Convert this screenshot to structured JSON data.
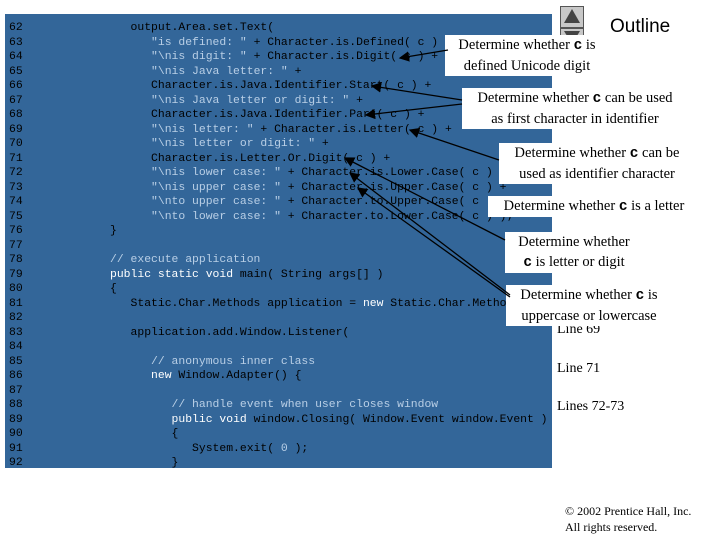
{
  "outline": {
    "title": "Outline"
  },
  "code_lines": [
    {
      "num": "62",
      "segments": [
        {
          "t": "         output.Area.set.Text(",
          "c": ""
        }
      ]
    },
    {
      "num": "63",
      "segments": [
        {
          "t": "            ",
          "c": ""
        },
        {
          "t": "\"is defined: \"",
          "c": "str"
        },
        {
          "t": " + Character.is.Defined( c ) +",
          "c": ""
        }
      ]
    },
    {
      "num": "64",
      "segments": [
        {
          "t": "            ",
          "c": ""
        },
        {
          "t": "\"\\nis digit: \"",
          "c": "str"
        },
        {
          "t": " + Character.is.Digit( c ) +",
          "c": ""
        }
      ]
    },
    {
      "num": "65",
      "segments": [
        {
          "t": "            ",
          "c": ""
        },
        {
          "t": "\"\\nis Java letter: \"",
          "c": "str"
        },
        {
          "t": " +",
          "c": ""
        }
      ]
    },
    {
      "num": "66",
      "segments": [
        {
          "t": "            Character.is.Java.Identifier.Start( c ) +",
          "c": ""
        }
      ]
    },
    {
      "num": "67",
      "segments": [
        {
          "t": "            ",
          "c": ""
        },
        {
          "t": "\"\\nis Java letter or digit: \"",
          "c": "str"
        },
        {
          "t": " +",
          "c": ""
        }
      ]
    },
    {
      "num": "68",
      "segments": [
        {
          "t": "            Character.is.Java.Identifier.Part( c ) +",
          "c": ""
        }
      ]
    },
    {
      "num": "69",
      "segments": [
        {
          "t": "            ",
          "c": ""
        },
        {
          "t": "\"\\nis letter: \"",
          "c": "str"
        },
        {
          "t": " + Character.is.Letter( c ) +",
          "c": ""
        }
      ]
    },
    {
      "num": "70",
      "segments": [
        {
          "t": "            ",
          "c": ""
        },
        {
          "t": "\"\\nis letter or digit: \"",
          "c": "str"
        },
        {
          "t": " +",
          "c": ""
        }
      ]
    },
    {
      "num": "71",
      "segments": [
        {
          "t": "            Character.is.Letter.Or.Digit( c ) +",
          "c": ""
        }
      ]
    },
    {
      "num": "72",
      "segments": [
        {
          "t": "            ",
          "c": ""
        },
        {
          "t": "\"\\nis lower case: \"",
          "c": "str"
        },
        {
          "t": " + Character.is.Lower.Case( c ) +",
          "c": ""
        }
      ]
    },
    {
      "num": "73",
      "segments": [
        {
          "t": "            ",
          "c": ""
        },
        {
          "t": "\"\\nis upper case: \"",
          "c": "str"
        },
        {
          "t": " + Character.is.Upper.Case( c ) +",
          "c": ""
        }
      ]
    },
    {
      "num": "74",
      "segments": [
        {
          "t": "            ",
          "c": ""
        },
        {
          "t": "\"\\nto upper case: \"",
          "c": "str"
        },
        {
          "t": " + Character.to.Upper.Case( c ) +",
          "c": ""
        }
      ]
    },
    {
      "num": "75",
      "segments": [
        {
          "t": "            ",
          "c": ""
        },
        {
          "t": "\"\\nto lower case: \"",
          "c": "str"
        },
        {
          "t": " + Character.to.Lower.Case( c ) );",
          "c": ""
        }
      ]
    },
    {
      "num": "76",
      "segments": [
        {
          "t": "      }",
          "c": ""
        }
      ]
    },
    {
      "num": "77",
      "segments": []
    },
    {
      "num": "78",
      "segments": [
        {
          "t": "      ",
          "c": ""
        },
        {
          "t": "// execute application",
          "c": "cm"
        }
      ]
    },
    {
      "num": "79",
      "segments": [
        {
          "t": "      ",
          "c": ""
        },
        {
          "t": "public static void",
          "c": "kw"
        },
        {
          "t": " main( String args[] )",
          "c": ""
        }
      ]
    },
    {
      "num": "80",
      "segments": [
        {
          "t": "      {",
          "c": ""
        }
      ]
    },
    {
      "num": "81",
      "segments": [
        {
          "t": "         Static.Char.Methods application = ",
          "c": ""
        },
        {
          "t": "new",
          "c": "kw"
        },
        {
          "t": " Static.Char.Methods();",
          "c": ""
        }
      ]
    },
    {
      "num": "82",
      "segments": []
    },
    {
      "num": "83",
      "segments": [
        {
          "t": "         application.add.Window.Listener(",
          "c": ""
        }
      ]
    },
    {
      "num": "84",
      "segments": []
    },
    {
      "num": "85",
      "segments": [
        {
          "t": "            ",
          "c": ""
        },
        {
          "t": "// anonymous inner class",
          "c": "cm"
        }
      ]
    },
    {
      "num": "86",
      "segments": [
        {
          "t": "            ",
          "c": ""
        },
        {
          "t": "new",
          "c": "kw"
        },
        {
          "t": " Window.Adapter() {",
          "c": ""
        }
      ]
    },
    {
      "num": "87",
      "segments": []
    },
    {
      "num": "88",
      "segments": [
        {
          "t": "               ",
          "c": ""
        },
        {
          "t": "// handle event when user closes window",
          "c": "cm"
        }
      ]
    },
    {
      "num": "89",
      "segments": [
        {
          "t": "               ",
          "c": ""
        },
        {
          "t": "public void",
          "c": "kw"
        },
        {
          "t": " window.Closing( Window.Event window.Event )",
          "c": ""
        }
      ]
    },
    {
      "num": "90",
      "segments": [
        {
          "t": "               {",
          "c": ""
        }
      ]
    },
    {
      "num": "91",
      "segments": [
        {
          "t": "                  System.exit( ",
          "c": ""
        },
        {
          "t": "0",
          "c": "nm"
        },
        {
          "t": " );",
          "c": ""
        }
      ]
    },
    {
      "num": "92",
      "segments": [
        {
          "t": "               }",
          "c": ""
        }
      ]
    }
  ],
  "side_labels": [
    {
      "text": "Line 69",
      "key": "line-69"
    },
    {
      "text": "Line 71",
      "key": "line-71"
    },
    {
      "text": "Lines 72-73",
      "key": "lines-72-73"
    }
  ],
  "callouts": [
    {
      "key": "is-digit",
      "line1": "Determine whether",
      "var1": "c",
      "tail1": "is",
      "line2": "defined Unicode digit",
      "var2": "",
      "tail2": ""
    },
    {
      "key": "identifier-start",
      "line1": "Determine whether",
      "var1": "c",
      "tail1": "can be used",
      "line2": "as first character in identifier",
      "var2": "",
      "tail2": ""
    },
    {
      "key": "identifier-part",
      "line1": "Determine whether",
      "var1": "c",
      "tail1": "can be",
      "line2": "used as identifier character",
      "var2": "",
      "tail2": ""
    },
    {
      "key": "is-letter",
      "line1": "Determine whether",
      "var1": "c",
      "tail1": "is a letter",
      "line2": "",
      "var2": "",
      "tail2": ""
    },
    {
      "key": "letter-or-digit",
      "line1": "Determine whether",
      "var1": "",
      "tail1": "",
      "line2": "",
      "var2": "c",
      "tail2": "is letter or digit"
    },
    {
      "key": "upper-lower",
      "line1": "Determine whether",
      "var1": "c",
      "tail1": "is",
      "line2": "uppercase or lowercase",
      "var2": "",
      "tail2": ""
    }
  ],
  "copyright": {
    "line1": "© 2002 Prentice Hall, Inc.",
    "line2": "All rights reserved."
  },
  "colors": {
    "code_background": "#336699",
    "string_literal": "#b9cfe6",
    "keyword": "#ffffff",
    "arrow": "#000000"
  }
}
